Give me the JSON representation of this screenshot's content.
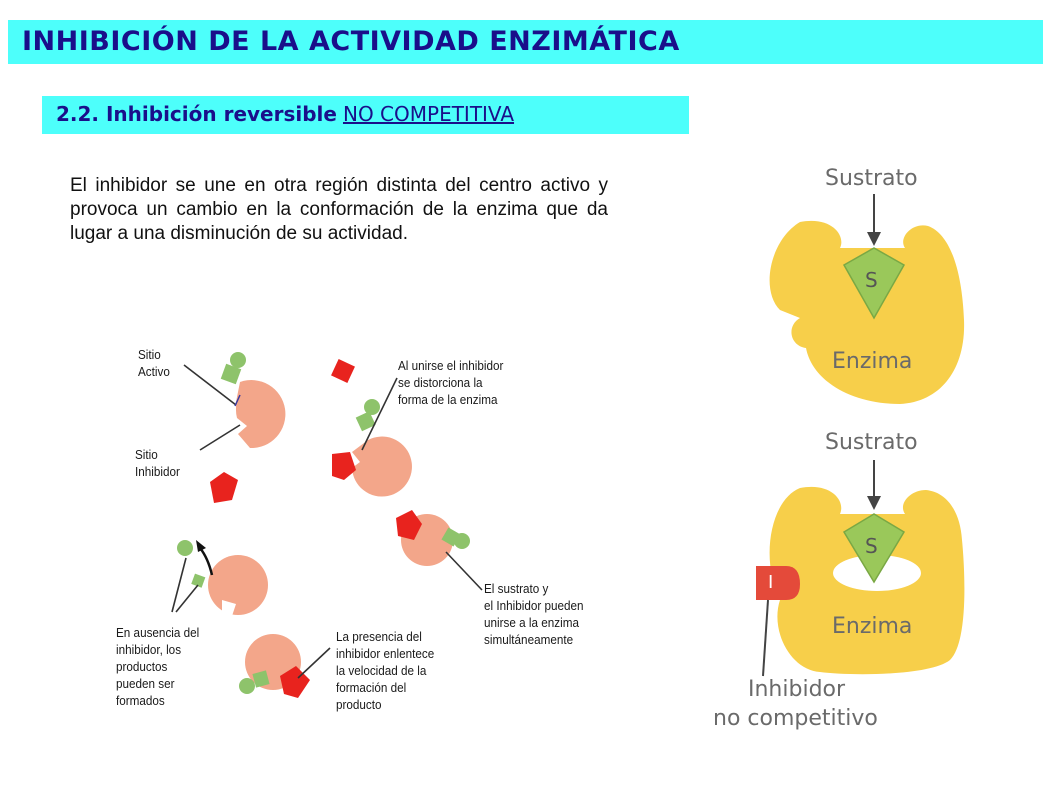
{
  "header": {
    "title": "INHIBICIÓN DE LA ACTIVIDAD ENZIMÁTICA",
    "subtitle_prefix": "2.2.  Inhibición reversible",
    "subtitle_emphasis": "NO COMPETITIVA"
  },
  "description": "El inhibidor se une en otra región distinta del centro activo y provoca un cambio en la conformación de la enzima que da lugar a una disminución de su actividad.",
  "left_diagram": {
    "sitio_activo": "Sitio\nActivo",
    "sitio_inhibidor": "Sitio\nInhibidor",
    "al_unirse": "Al unirse el inhibidor\nse distorciona la\nforma de la enzima",
    "sustrato_inhibidor": "El sustrato y\nel Inhibidor pueden\nunirse a la enzima\nsimultáneamente",
    "en_ausencia": "En ausencia del\ninhibidor, los\nproductos\npueden ser\nformados",
    "la_presencia": "La presencia del\ninhibidor enlentece\nla velocidad de la\nformación del\nproducto"
  },
  "right_diagram": {
    "sustrato_top": "Sustrato",
    "s_top": "S",
    "enzima_top": "Enzima",
    "sustrato_bottom": "Sustrato",
    "s_bottom": "S",
    "enzima_bottom": "Enzima",
    "i_label": "I",
    "inhibidor_line1": "Inhibidor",
    "inhibidor_line2": "no competitivo"
  },
  "colors": {
    "header_bg": "#4dfffb",
    "header_text": "#1a0f8a",
    "enzyme_yellow": "#f7cf4a",
    "enzyme_pink": "#f3a68a",
    "substrate_green": "#8ec36b",
    "inhibitor_red": "#e8231e"
  }
}
